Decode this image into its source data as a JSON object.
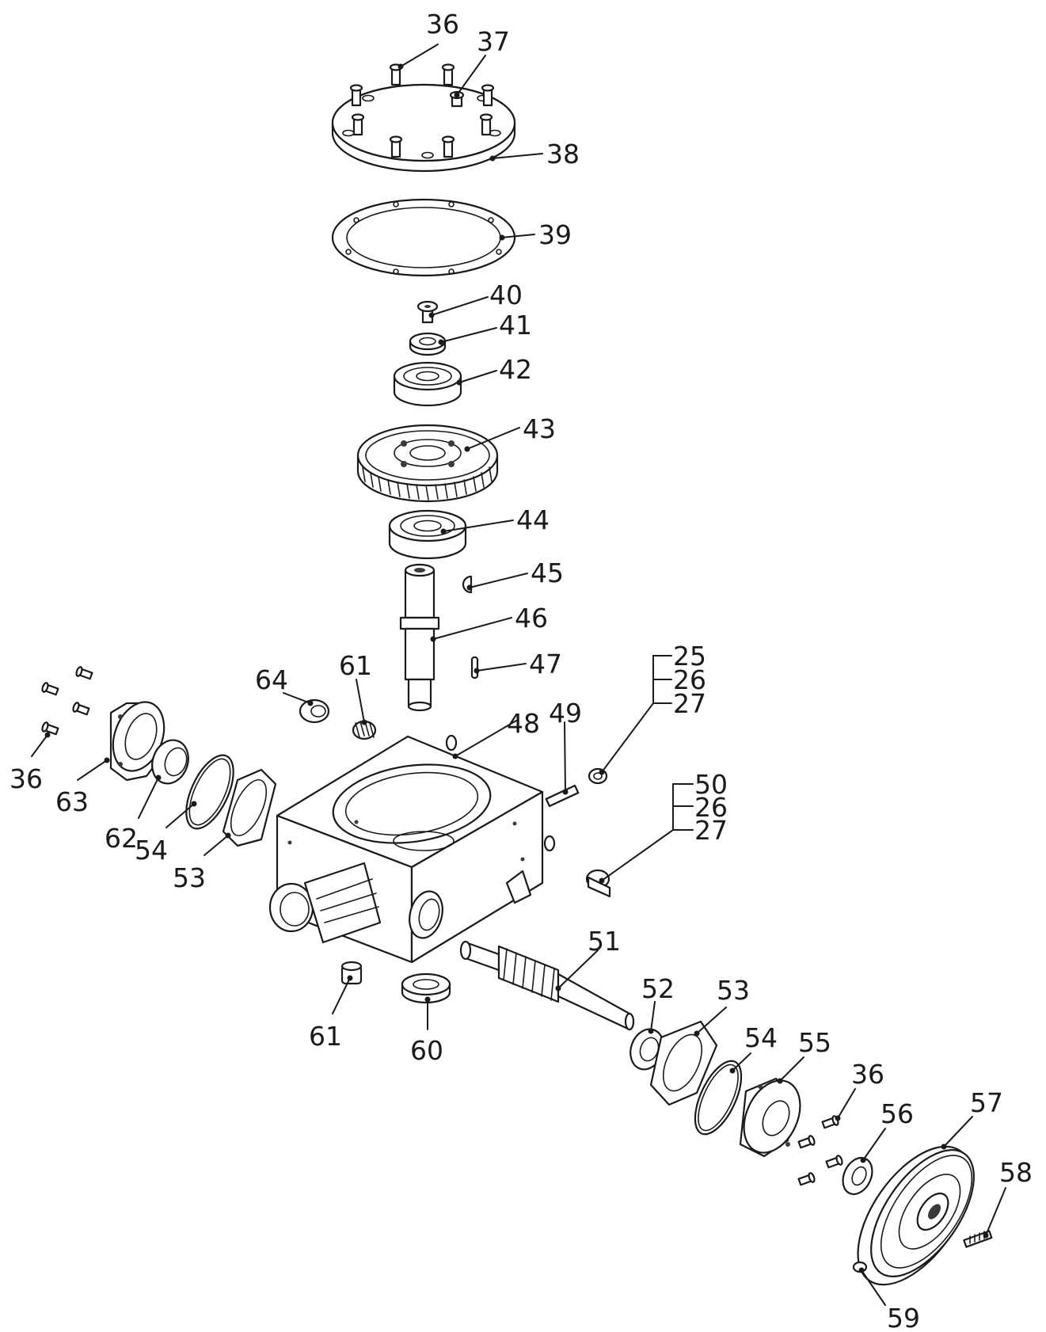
{
  "diagram": {
    "type": "exploded-parts-view",
    "parts": [
      {
        "id": "p36a",
        "label": "36"
      },
      {
        "id": "p37",
        "label": "37"
      },
      {
        "id": "p38",
        "label": "38"
      },
      {
        "id": "p39",
        "label": "39"
      },
      {
        "id": "p40",
        "label": "40"
      },
      {
        "id": "p41",
        "label": "41"
      },
      {
        "id": "p42",
        "label": "42"
      },
      {
        "id": "p43",
        "label": "43"
      },
      {
        "id": "p44",
        "label": "44"
      },
      {
        "id": "p45",
        "label": "45"
      },
      {
        "id": "p46",
        "label": "46"
      },
      {
        "id": "p47",
        "label": "47"
      },
      {
        "id": "p25a",
        "label": "25"
      },
      {
        "id": "p26a",
        "label": "26"
      },
      {
        "id": "p27a",
        "label": "27"
      },
      {
        "id": "p64",
        "label": "64"
      },
      {
        "id": "p61a",
        "label": "61"
      },
      {
        "id": "p48",
        "label": "48"
      },
      {
        "id": "p49",
        "label": "49"
      },
      {
        "id": "p50",
        "label": "50"
      },
      {
        "id": "p26b",
        "label": "26"
      },
      {
        "id": "p27b",
        "label": "27"
      },
      {
        "id": "p36b",
        "label": "36"
      },
      {
        "id": "p63",
        "label": "63"
      },
      {
        "id": "p62",
        "label": "62"
      },
      {
        "id": "p54a",
        "label": "54"
      },
      {
        "id": "p53a",
        "label": "53"
      },
      {
        "id": "p51",
        "label": "51"
      },
      {
        "id": "p61b",
        "label": "61"
      },
      {
        "id": "p60",
        "label": "60"
      },
      {
        "id": "p52",
        "label": "52"
      },
      {
        "id": "p53b",
        "label": "53"
      },
      {
        "id": "p54b",
        "label": "54"
      },
      {
        "id": "p55",
        "label": "55"
      },
      {
        "id": "p36c",
        "label": "36"
      },
      {
        "id": "p56",
        "label": "56"
      },
      {
        "id": "p57",
        "label": "57"
      },
      {
        "id": "p58",
        "label": "58"
      },
      {
        "id": "p59",
        "label": "59"
      }
    ]
  }
}
